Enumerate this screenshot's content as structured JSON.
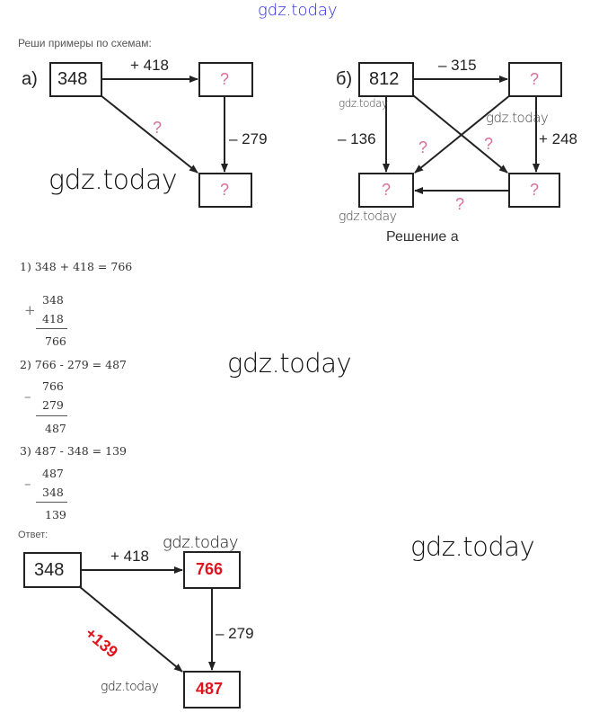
{
  "header": {
    "watermark": "gdz.today"
  },
  "task": {
    "instruction": "Реши примеры по схемам:"
  },
  "scheme_a": {
    "label": "а)",
    "start": "348",
    "op_top": "+ 418",
    "op_right": "– 279",
    "unknown": "?"
  },
  "scheme_b": {
    "label": "б)",
    "start": "812",
    "op_top": "– 315",
    "op_left": "– 136",
    "op_right": "+ 248",
    "unknown": "?"
  },
  "solution_title": "Решение а",
  "steps": [
    {
      "equation": "1) 348 + 418 = 766",
      "sign": "+",
      "top": "348",
      "bottom": "418",
      "result": "766"
    },
    {
      "equation": "2) 766 - 279 = 487",
      "sign": "–",
      "top": "766",
      "bottom": "279",
      "result": "487"
    },
    {
      "equation": "3) 487 - 348 = 139",
      "sign": "–",
      "top": "487",
      "bottom": "348",
      "result": "139"
    }
  ],
  "answer": {
    "label": "Ответ:",
    "start": "348",
    "op_top": "+ 418",
    "mid": "766",
    "op_right": "– 279",
    "op_diag": "+139",
    "end": "487"
  },
  "watermarks": [
    "gdz.today",
    "gdz.today",
    "gdz.today",
    "gdz.today",
    "gdz.today",
    "gdz.today",
    "gdz.today",
    "gdz.today"
  ],
  "colors": {
    "watermark_blue": "#2a2ad8",
    "question_pink": "#d9709a",
    "answer_red": "#e0141e"
  }
}
